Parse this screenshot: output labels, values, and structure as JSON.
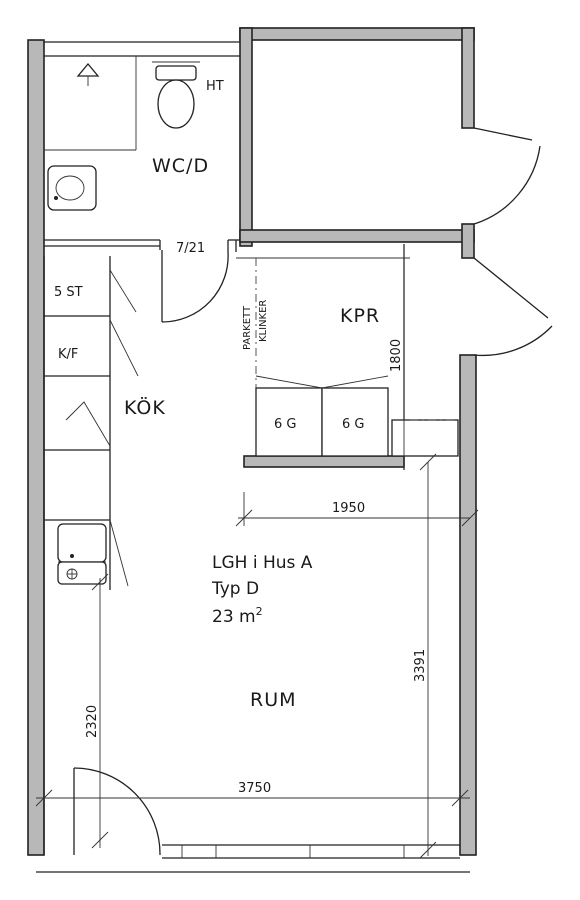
{
  "plan": {
    "rooms": {
      "wc": "WC/D",
      "kitchen": "KÖK",
      "closet": "KPR",
      "living": "RUM"
    },
    "apartment": {
      "name": "LGH i Hus A",
      "type": "Typ D",
      "area_value": "23 m",
      "area_unit_sup": "2"
    },
    "labels": {
      "ht": "HT",
      "door_size": "7/21",
      "stove": "5 ST",
      "fridge": "K/F",
      "wardrobe_left": "6 G",
      "wardrobe_right": "6 G",
      "floor_parkett": "PARKETT",
      "floor_klinker": "KLINKER"
    },
    "dimensions": {
      "d1800": "1800",
      "d1950": "1950",
      "d3391": "3391",
      "d2320": "2320",
      "d3750": "3750"
    }
  }
}
